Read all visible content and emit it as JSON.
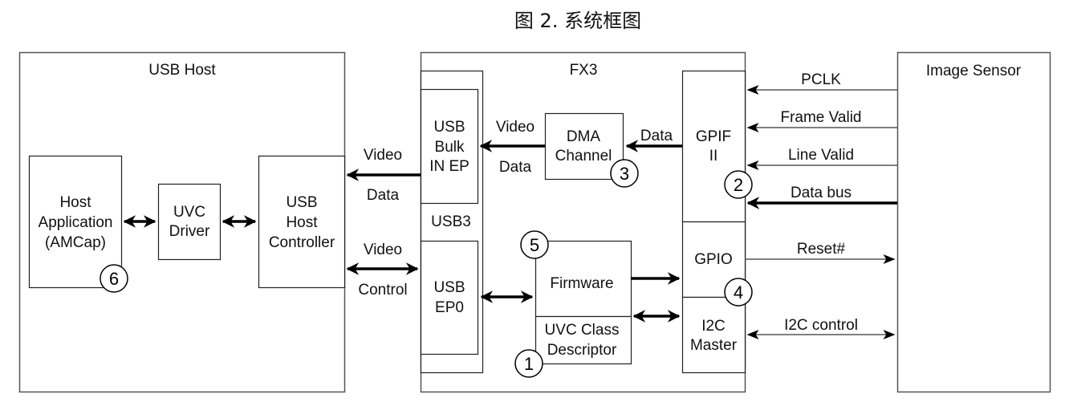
{
  "figure": {
    "title": "图 2. 系统框图"
  },
  "blocks": {
    "usb_host": {
      "title": "USB Host"
    },
    "host_app": {
      "lines": [
        "Host",
        "Application",
        "(AMCap)"
      ],
      "marker": "6"
    },
    "uvc_driver": {
      "lines": [
        "UVC",
        "Driver"
      ]
    },
    "usb_host_controller": {
      "lines": [
        "USB",
        "Host",
        "Controller"
      ]
    },
    "fx3": {
      "title": "FX3"
    },
    "usb3": {
      "title": "USB3"
    },
    "usb_bulk_in_ep": {
      "lines": [
        "USB",
        "Bulk",
        "IN EP"
      ]
    },
    "usb_ep0": {
      "lines": [
        "USB",
        "EP0"
      ]
    },
    "dma_channel": {
      "lines": [
        "DMA",
        "Channel"
      ],
      "marker": "3"
    },
    "gpif_ii": {
      "lines": [
        "GPIF",
        "II"
      ],
      "marker": "2"
    },
    "gpio": {
      "lines": [
        "GPIO"
      ],
      "marker": "4"
    },
    "i2c_master": {
      "lines": [
        "I2C",
        "Master"
      ]
    },
    "firmware": {
      "lines": [
        "Firmware"
      ],
      "marker": "5"
    },
    "uvc_class_descriptor": {
      "lines": [
        "UVC Class",
        "Descriptor"
      ],
      "marker": "1"
    },
    "image_sensor": {
      "title": "Image Sensor"
    }
  },
  "connections": {
    "video_data_host": {
      "top": "Video",
      "bottom": "Data"
    },
    "video_control_host": {
      "top": "Video",
      "bottom": "Control"
    },
    "video_data_dma": {
      "top": "Video",
      "bottom": "Data"
    },
    "data_gpif": {
      "top": "Data"
    },
    "pclk": {
      "label": "PCLK"
    },
    "frame_valid": {
      "label": "Frame Valid"
    },
    "line_valid": {
      "label": "Line Valid"
    },
    "data_bus": {
      "label": "Data bus"
    },
    "reset": {
      "label": "Reset#"
    },
    "i2c_control": {
      "label": "I2C control"
    }
  }
}
